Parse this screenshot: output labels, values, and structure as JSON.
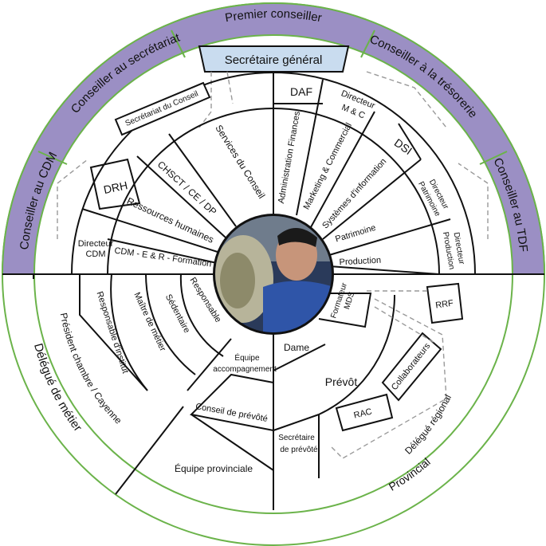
{
  "colors": {
    "ring_top": "#9b8fc4",
    "ring_bottom_stroke": "#6bb34a",
    "highlight_box": "#c9dcef",
    "photo_bg": "#2a3a5a"
  },
  "outer_ring": {
    "top_center": "Premier conseiller",
    "top_left": "Conseiller au secrétariat",
    "top_right": "Conseiller à la trésorerie",
    "left": "Conseiller au CDM",
    "right": "Conseiller au TDF",
    "bottom_left": "Délégué de métier",
    "bottom_right": "Provincial"
  },
  "top_half": {
    "secretaire_general": "Secrétaire général",
    "secretariat_conseil": "Secrétariat du Conseil",
    "services_conseil": "Services du Conseil",
    "chsct": "CHSCT / CE / DP",
    "drh": "DRH",
    "ressources_humaines": "Ressources humaines",
    "directeur_cdm_1": "Directeur",
    "directeur_cdm_2": "CDM",
    "cdm_formation": "CDM - E & R - Formation",
    "daf": "DAF",
    "administration_finances": "Administration Finances",
    "directeur_mc_1": "Directeur",
    "directeur_mc_2": "M & C",
    "marketing": "Marketing & Commercial",
    "dsi": "DSI",
    "systemes_info": "Systèmes d'information",
    "directeur_patrimoine_1": "Directeur",
    "directeur_patrimoine_2": "Patrimoine",
    "patrimoine": "Patrimoine",
    "directeur_production_1": "Directeur",
    "directeur_production_2": "Production",
    "production": "Production"
  },
  "bottom_half": {
    "president_chambre": "Président chambre / Cayenne",
    "responsable_institut": "Responsable d'institut",
    "maitre_metier": "Maître de métier",
    "sedentaire": "Sédentaire",
    "responsable": "Responsable",
    "equipe_accomp_1": "Équipe",
    "equipe_accomp_2": "accompagnement",
    "conseil_prevote": "Conseil de prévôté",
    "equipe_provinciale": "Équipe provinciale",
    "formateur_mds_1": "Formateur",
    "formateur_mds_2": "MDS",
    "dame": "Dame",
    "prevot": "Prévôt",
    "rrf": "RRF",
    "collaborateurs": "Collaborateurs",
    "rac": "RAC",
    "secretaire_prevote_1": "Secrétaire",
    "secretaire_prevote_2": "de prévôté",
    "delegue_regional": "Délégué régional"
  }
}
